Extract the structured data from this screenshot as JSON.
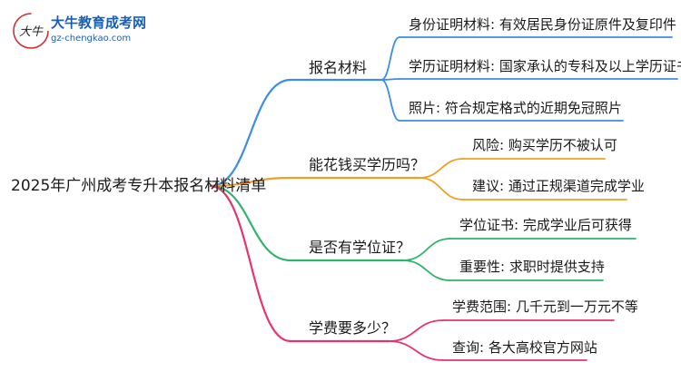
{
  "logo": {
    "name": "大牛教育成考网",
    "url": "gz-chengkao.com",
    "mark_text": "大牛"
  },
  "root": "2025年广州成考专升本报名材料清单",
  "branches": [
    {
      "label": "报名材料",
      "color": "#3a8ee6",
      "leaves": [
        "身份证明材料: 有效居民身份证原件及复印件",
        "学历证明材料: 国家承认的专科及以上学历证书",
        "照片: 符合规定格式的近期免冠照片"
      ]
    },
    {
      "label": "能花钱买学历吗？",
      "color": "#f0a020",
      "leaves": [
        "风险: 购买学历不被认可",
        "建议: 通过正规渠道完成学业"
      ]
    },
    {
      "label": "是否有学位证？",
      "color": "#2cb56a",
      "leaves": [
        "学位证书: 完成学业后可获得",
        "重要性: 求职时提供支持"
      ]
    },
    {
      "label": "学费要多少？",
      "color": "#e8336e",
      "leaves": [
        "学费范围: 几千元到一万元不等",
        "查询: 各大高校官方网站"
      ]
    }
  ]
}
